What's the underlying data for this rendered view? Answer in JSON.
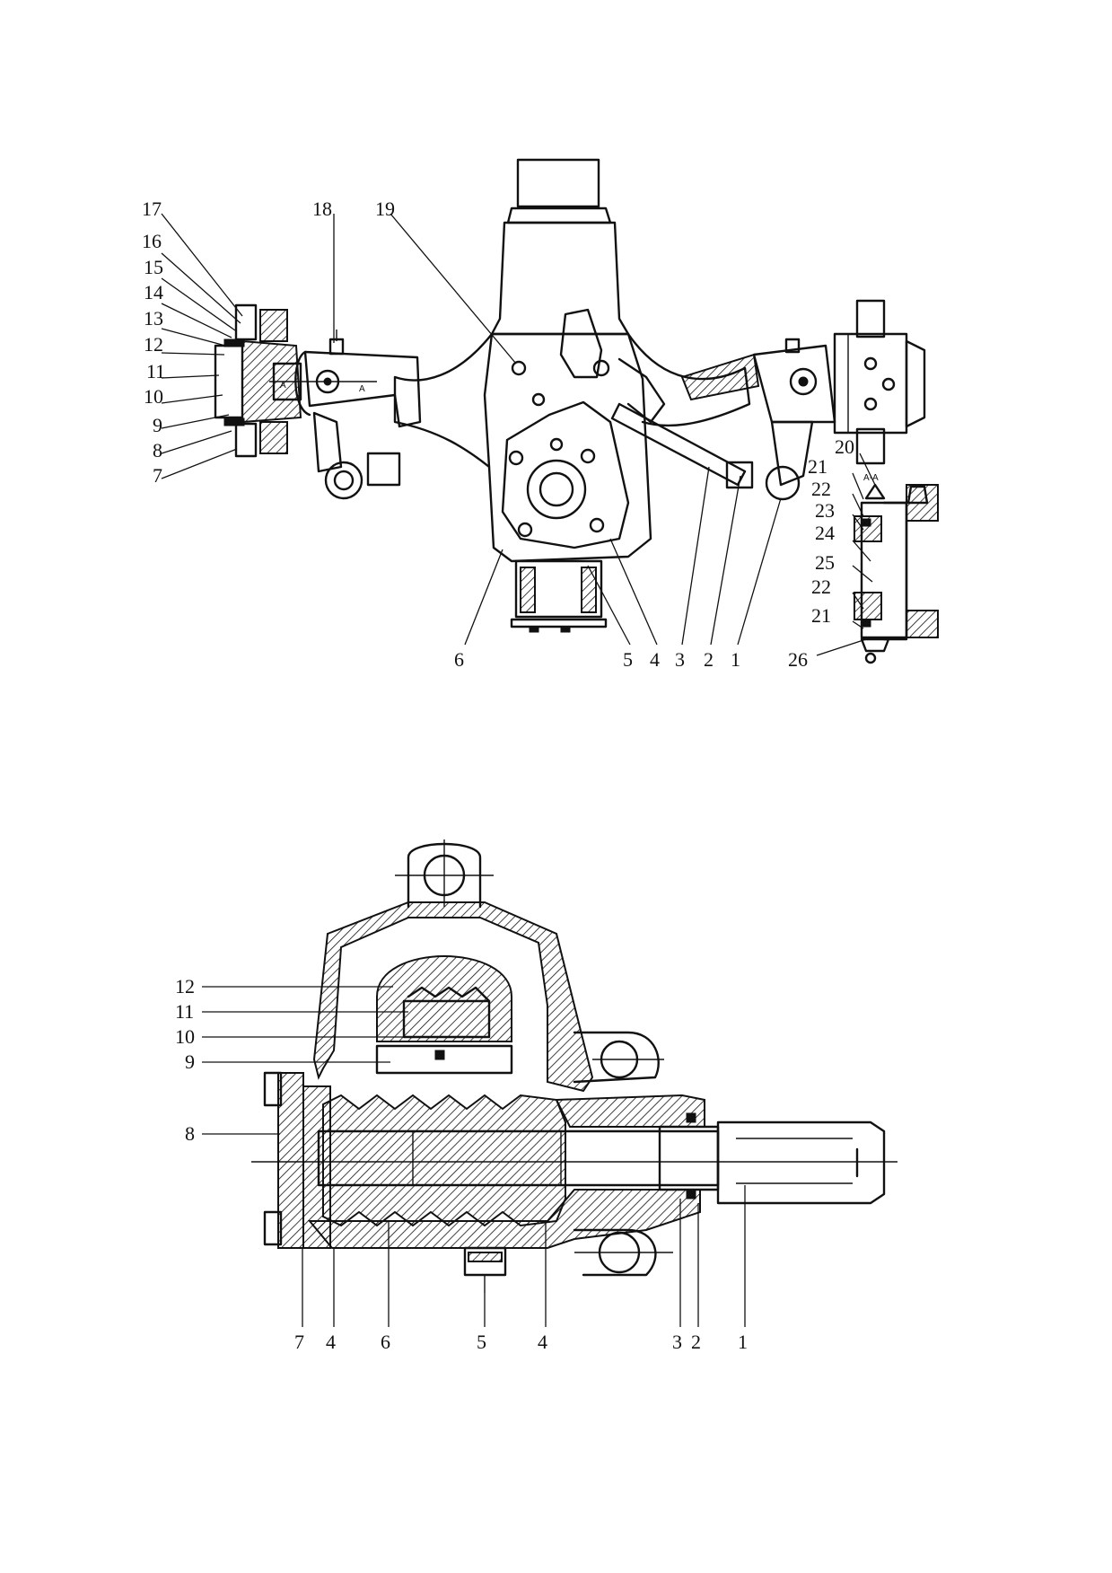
{
  "figure_top": {
    "callouts": [
      {
        "label": "17"
      },
      {
        "label": "18"
      },
      {
        "label": "19"
      },
      {
        "label": "16"
      },
      {
        "label": "15"
      },
      {
        "label": "14"
      },
      {
        "label": "13"
      },
      {
        "label": "12"
      },
      {
        "label": "11"
      },
      {
        "label": "10"
      },
      {
        "label": "9"
      },
      {
        "label": "8"
      },
      {
        "label": "7"
      },
      {
        "label": "6"
      },
      {
        "label": "5"
      },
      {
        "label": "4"
      },
      {
        "label": "3"
      },
      {
        "label": "2"
      },
      {
        "label": "1"
      },
      {
        "label": "20"
      },
      {
        "label": "21"
      },
      {
        "label": "22"
      },
      {
        "label": "23"
      },
      {
        "label": "24"
      },
      {
        "label": "25"
      },
      {
        "label": "22"
      },
      {
        "label": "21"
      },
      {
        "label": "26"
      }
    ],
    "section_mark": "A-A",
    "cut_mark_left": "A",
    "cut_mark_right": "A"
  },
  "figure_bottom": {
    "callouts": [
      {
        "label": "12"
      },
      {
        "label": "11"
      },
      {
        "label": "10"
      },
      {
        "label": "9"
      },
      {
        "label": "8"
      },
      {
        "label": "7"
      },
      {
        "label": "4"
      },
      {
        "label": "6"
      },
      {
        "label": "5"
      },
      {
        "label": "4"
      },
      {
        "label": "3"
      },
      {
        "label": "2"
      },
      {
        "label": "1"
      }
    ]
  }
}
